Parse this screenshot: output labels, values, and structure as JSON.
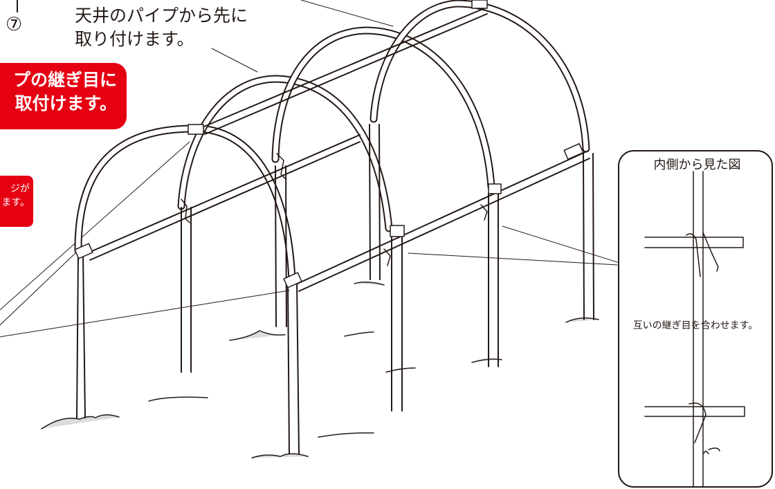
{
  "step": {
    "number": "⑦"
  },
  "instruction": {
    "line1": "天井のパイプから先に",
    "line2": "取り付けます。"
  },
  "callout_main": {
    "line1": "プの継ぎ目に",
    "line2": "取付けます。"
  },
  "callout_small": {
    "line1": "ジが",
    "line2": "ます。"
  },
  "inset": {
    "title": "内側から見た図",
    "caption": "互いの継ぎ目を合わせます。"
  },
  "colors": {
    "accent_red": "#e50012",
    "line": "#231815",
    "ground_shade": "#b9b9b9"
  }
}
